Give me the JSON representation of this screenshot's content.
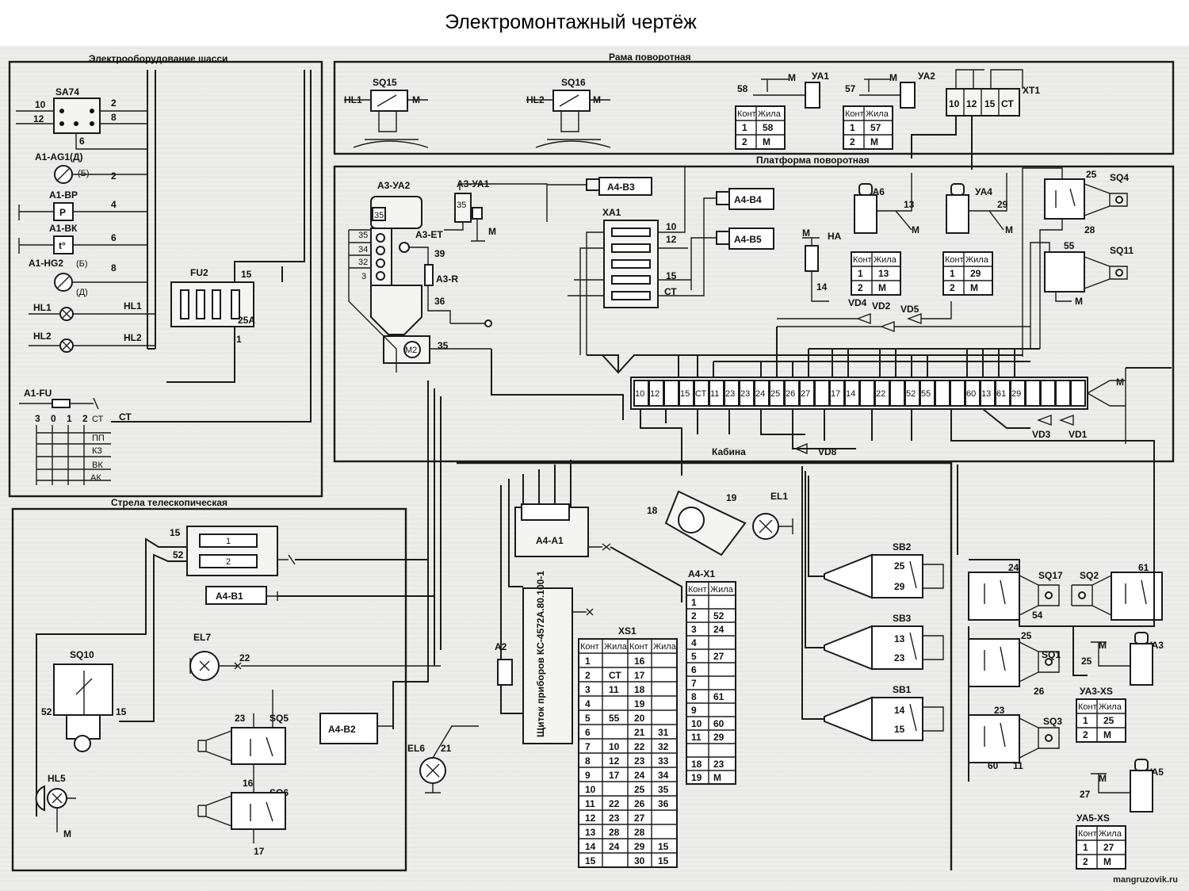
{
  "title": "Электромонтажный чертёж",
  "watermark": "mangruzovik.ru",
  "sections": {
    "chassis": "Электрооборудование шасси",
    "frame": "Рама поворотная",
    "platform": "Платформа поворотная",
    "boom": "Стрела телескопическая",
    "cab": "Кабина"
  },
  "chassis_labels": {
    "sa74": "SA74",
    "sa_n1": "10",
    "sa_n2": "12",
    "sa_n3": "2",
    "sa_n4": "8",
    "sa_n5": "6",
    "ag1": "А1-AG1(Д)",
    "ag1b": "(Б)",
    "ag1_n": "2",
    "bp": "А1-ВР",
    "bp_sym": "P",
    "bp_n": "4",
    "bk": "А1-ВК",
    "bk_sym": "t°",
    "bk_n": "6",
    "hg2": "А1-HG2",
    "hg2_b": "(Б)",
    "hg2_d": "(Д)",
    "hg2_n": "8",
    "hl1": "HL1",
    "hl1r": "HL1",
    "hl2": "HL2",
    "hl2r": "HL2",
    "fu2": "FU2",
    "fu2_15": "15",
    "fu2_25": "25А",
    "fu2_1": "1",
    "a1fu": "А1-FU",
    "grid_cols": [
      "3",
      "0",
      "1",
      "2"
    ],
    "grid_rows": [
      "СТ",
      "ПП",
      "КЗ",
      "ВК",
      "АК"
    ],
    "grid_ct": "СТ"
  },
  "frame_labels": {
    "sq15": "SQ15",
    "sq16": "SQ16",
    "hl1": "HL1",
    "hl2": "HL2",
    "m1": "М",
    "m2": "М",
    "ya1": "УА1",
    "ya2": "УА2",
    "n58": "58",
    "n57": "57",
    "m3": "М",
    "m4": "М",
    "xt1": "XT1",
    "xt_pins": [
      "10",
      "12",
      "15",
      "СТ"
    ]
  },
  "conn_table_header": [
    "Конт",
    "Жила"
  ],
  "tables": {
    "ya1": [
      [
        "1",
        "58"
      ],
      [
        "2",
        "М"
      ]
    ],
    "ya2": [
      [
        "1",
        "57"
      ],
      [
        "2",
        "М"
      ]
    ],
    "ya6": [
      [
        "1",
        "13"
      ],
      [
        "2",
        "М"
      ]
    ],
    "ya4": [
      [
        "1",
        "29"
      ],
      [
        "2",
        "М"
      ]
    ],
    "ya3": [
      [
        "1",
        "25"
      ],
      [
        "2",
        "М"
      ]
    ],
    "ya5": [
      [
        "1",
        "27"
      ],
      [
        "2",
        "М"
      ]
    ]
  },
  "platform_labels": {
    "a3ya2": "А3-УА2",
    "a3ya1": "А3-УА1",
    "a3et": "А3-ЕТ",
    "a3r": "А3-R",
    "n35a": "35",
    "n35b": "35",
    "n34": "34",
    "n32": "32",
    "n3": "3",
    "n39": "39",
    "n36": "36",
    "n35c": "35",
    "m_ya1": "М",
    "m2": "M2",
    "a4b3": "А4-В3",
    "a4b4": "А4-В4",
    "a4b5": "А4-В5",
    "xa1": "XA1",
    "xa1_10": "10",
    "xa1_12": "12",
    "xa1_15": "15",
    "xa1_ct": "СТ",
    "ya6": "УА6",
    "ya6_n": "13",
    "ya6_m": "М",
    "ya4": "УА4",
    "ya4_n": "29",
    "ya4_m": "М",
    "ha": "НА",
    "ha_m": "М",
    "ha_n": "14",
    "vd4": "VD4",
    "vd2": "VD2",
    "vd5": "VD5",
    "sq4": "SQ4",
    "sq4_25": "25",
    "sq4_28": "28",
    "sq11": "SQ11",
    "sq11_55": "55",
    "sq11_m": "М",
    "terminals": [
      "10",
      "12",
      "",
      "15",
      "СТ",
      "11",
      "23",
      "23",
      "24",
      "25",
      "26",
      "27",
      "",
      "17",
      "14",
      "",
      "22",
      "",
      "52",
      "55",
      "",
      "",
      "60",
      "13",
      "61",
      "29",
      "",
      "",
      "",
      ""
    ],
    "term_m": "М",
    "vd3": "VD3",
    "vd1": "VD1",
    "vd8": "VD8"
  },
  "cab_labels": {
    "a4a1": "А4-А1",
    "n18": "18",
    "n19": "19",
    "el1": "EL1",
    "a4x1": "А4-Х1",
    "xs1": "XS1",
    "a2": "А2",
    "panel": "Щиток приборов КС-4572А.80.100-1",
    "sb2": "SB2",
    "sb2_a": "25",
    "sb2_b": "29",
    "sb3": "SB3",
    "sb3_a": "13",
    "sb3_b": "23",
    "sb1": "SB1",
    "sb1_a": "14",
    "sb1_b": "15",
    "el6": "EL6",
    "el6_n": "21"
  },
  "a4x1_rows": [
    [
      "1",
      ""
    ],
    [
      "2",
      "52"
    ],
    [
      "3",
      "24"
    ],
    [
      "4",
      ""
    ],
    [
      "5",
      "27"
    ],
    [
      "6",
      ""
    ],
    [
      "7",
      ""
    ],
    [
      "8",
      "61"
    ],
    [
      "9",
      ""
    ],
    [
      "10",
      "60"
    ],
    [
      "11",
      "29"
    ],
    [
      "",
      ""
    ],
    [
      "18",
      "23"
    ],
    [
      "19",
      "М"
    ]
  ],
  "xs1_header": [
    "Конт",
    "Жила",
    "Конт",
    "Жила"
  ],
  "xs1_rows": [
    [
      "1",
      "",
      "16",
      ""
    ],
    [
      "2",
      "СТ",
      "17",
      ""
    ],
    [
      "3",
      "11",
      "18",
      ""
    ],
    [
      "4",
      "",
      "19",
      ""
    ],
    [
      "5",
      "55",
      "20",
      ""
    ],
    [
      "6",
      "",
      "21",
      "31"
    ],
    [
      "7",
      "10",
      "22",
      "32"
    ],
    [
      "8",
      "12",
      "23",
      "33"
    ],
    [
      "9",
      "17",
      "24",
      "34"
    ],
    [
      "10",
      "",
      "25",
      "35"
    ],
    [
      "11",
      "22",
      "26",
      "36"
    ],
    [
      "12",
      "23",
      "27",
      ""
    ],
    [
      "13",
      "28",
      "28",
      ""
    ],
    [
      "14",
      "24",
      "29",
      "15"
    ],
    [
      "15",
      "",
      "30",
      "15"
    ]
  ],
  "boom_labels": {
    "n15": "15",
    "n52": "52",
    "r1": "1",
    "r2": "2",
    "a4b1": "А4-В1",
    "sq10": "SQ10",
    "sq10_52": "52",
    "sq10_15": "15",
    "hl5": "HL5",
    "hl5_m": "М",
    "el7": "EL7",
    "el7_n": "22",
    "sq5": "SQ5",
    "sq5_n": "23",
    "sq6": "SQ6",
    "sq6_a": "16",
    "sq6_b": "17",
    "a4b2": "А4-В2"
  },
  "right_labels": {
    "sq17": "SQ17",
    "sq17_24": "24",
    "sq17_54": "54",
    "sq2": "SQ2",
    "sq2_61": "61",
    "sq1": "SQ1",
    "sq1_25": "25",
    "sq1_26": "26",
    "sq3": "SQ3",
    "sq3_23": "23",
    "sq3_60": "60",
    "sq3_11": "11",
    "ya3": "УА3",
    "ya3_25": "25",
    "ya3_m": "М",
    "ya3xs": "УА3-XS",
    "ya5": "УА5",
    "ya5_27": "27",
    "ya5_m": "М",
    "ya5xs": "УА5-XS"
  }
}
